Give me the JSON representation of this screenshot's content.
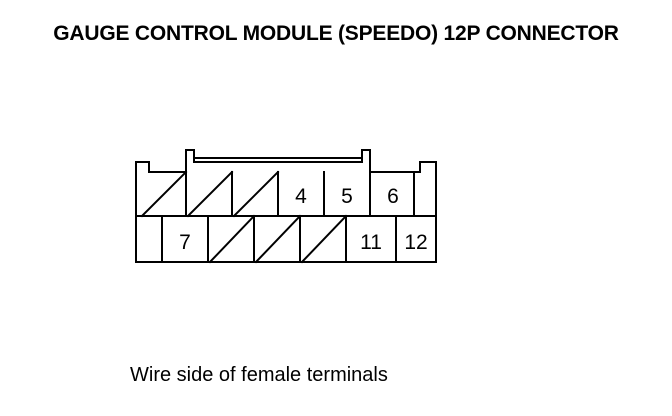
{
  "title": "GAUGE CONTROL MODULE (SPEEDO) 12P CONNECTOR",
  "caption": "Wire side of female terminals",
  "connector": {
    "row_top": [
      {
        "terminal": "",
        "empty": true
      },
      {
        "terminal": "",
        "empty": true
      },
      {
        "terminal": "",
        "empty": true
      },
      {
        "terminal": "4",
        "empty": false
      },
      {
        "terminal": "5",
        "empty": false
      },
      {
        "terminal": "6",
        "empty": false
      }
    ],
    "row_bottom": [
      {
        "terminal": "7",
        "empty": false
      },
      {
        "terminal": "",
        "empty": true
      },
      {
        "terminal": "",
        "empty": true
      },
      {
        "terminal": "",
        "empty": true
      },
      {
        "terminal": "11",
        "empty": false
      },
      {
        "terminal": "12",
        "empty": false
      }
    ]
  },
  "colors": {
    "line": "#000000",
    "background": "#ffffff"
  }
}
